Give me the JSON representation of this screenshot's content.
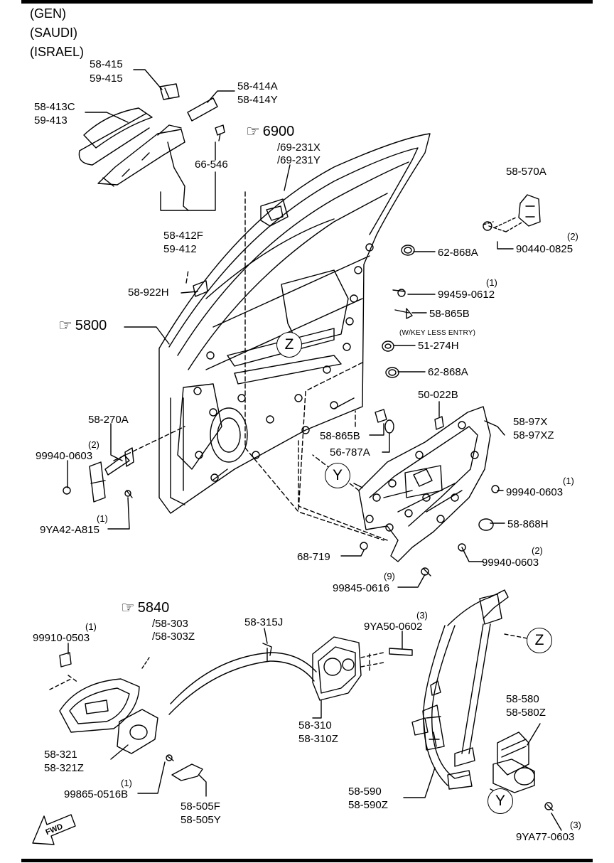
{
  "header": {
    "lines": [
      "(GEN)",
      "(SAUDI)",
      "(ISRAEL)"
    ]
  },
  "refs": [
    {
      "id": "6900",
      "sub": [
        "/69-231X",
        "/69-231Y"
      ]
    },
    {
      "id": "5800"
    },
    {
      "id": "5840",
      "sub": [
        "/58-303",
        "/58-303Z"
      ]
    }
  ],
  "callouts": {
    "z": "Z",
    "y": "Y"
  },
  "parts": {
    "p58_415": [
      "58-415",
      "59-415"
    ],
    "p58_414a": [
      "58-414A",
      "58-414Y"
    ],
    "p58_413c": [
      "58-413C",
      "59-413"
    ],
    "p66_546": "66-546",
    "p58_412f": [
      "58-412F",
      "59-412"
    ],
    "p58_570a": "58-570A",
    "p90440": {
      "qty": "(2)",
      "num": "90440-0825"
    },
    "p62_868a_1": "62-868A",
    "p99459": {
      "qty": "(1)",
      "num": "99459-0612"
    },
    "p58_922h": "58-922H",
    "p58_865b_1": "58-865B",
    "keyless_note": "(W/KEY LESS ENTRY)",
    "p51_274h": "51-274H",
    "p62_868a_2": "62-868A",
    "p50_022b": "50-022B",
    "p58_270a": "58-270A",
    "p99940_left": {
      "qty": "(2)",
      "num": "99940-0603"
    },
    "p58_97x": [
      "58-97X",
      "58-97XZ"
    ],
    "p58_865b_2": "58-865B",
    "p56_787a": "56-787A",
    "p99940_right": {
      "qty": "(1)",
      "num": "99940-0603"
    },
    "p9ya42": {
      "qty": "(1)",
      "num": "9YA42-A815"
    },
    "p58_868h": "58-868H",
    "p68_719": "68-719",
    "p99940_bottom": {
      "qty": "(2)",
      "num": "99940-0603"
    },
    "p99845": {
      "qty": "(9)",
      "num": "99845-0616"
    },
    "p99910": {
      "qty": "(1)",
      "num": "99910-0503"
    },
    "p58_315j": "58-315J",
    "p9ya50": {
      "qty": "(3)",
      "num": "9YA50-0602"
    },
    "p58_310": [
      "58-310",
      "58-310Z"
    ],
    "p58_580": [
      "58-580",
      "58-580Z"
    ],
    "p58_321": [
      "58-321",
      "58-321Z"
    ],
    "p99865": {
      "qty": "(1)",
      "num": "99865-0516B"
    },
    "p58_505f": [
      "58-505F",
      "58-505Y"
    ],
    "p58_590": [
      "58-590",
      "58-590Z"
    ],
    "p9ya77": {
      "qty": "(3)",
      "num": "9YA77-0603"
    }
  },
  "fwd_label": "FWD"
}
